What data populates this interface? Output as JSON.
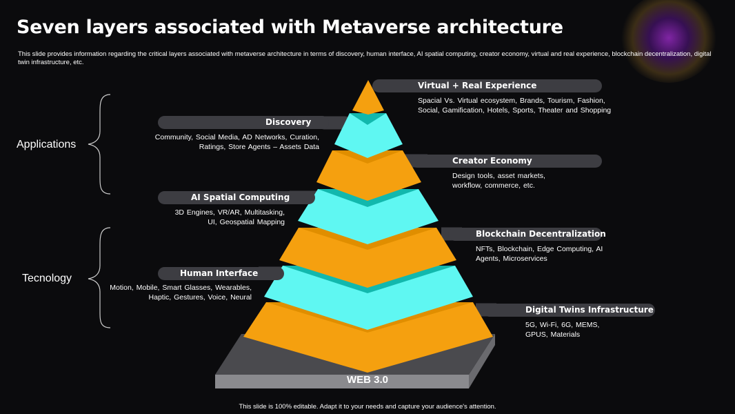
{
  "title": "Seven layers associated with Metaverse architecture",
  "subtitle": "This slide provides information regarding the critical layers associated with metaverse architecture in terms of discovery, human interface, AI  spatial computing, creator economy, virtual and real experience, blockchain decentralization, digital twin infrastructure, etc.",
  "groups": {
    "applications": "Applications",
    "technology": "Tecnology"
  },
  "base_label": "WEB 3.0",
  "layers": {
    "virtual_real": {
      "title": "Virtual + Real Experience",
      "desc1": "Spacial Vs. Virtual ecosystem, Brands, Tourism,  Fashion,",
      "desc2": "Social, Gamification, Hotels, Sports, Theater  and Shopping"
    },
    "discovery": {
      "title": "Discovery",
      "desc1": "Community,  Social Media,  AD Networks,  Curation,",
      "desc2": "Ratings, Store Agents – Assets Data"
    },
    "creator": {
      "title": "Creator Economy",
      "desc1": "Design tools, asset markets,",
      "desc2": "workflow,  commerce,  etc."
    },
    "ai_spatial": {
      "title": "AI Spatial Computing",
      "desc1": "3D Engines, VR/AR, Multitasking,",
      "desc2": "UI, Geospatial Mapping"
    },
    "blockchain": {
      "title": "Blockchain Decentralization",
      "desc1": "NFTs, Blockchain, Edge Computing, AI",
      "desc2": "Agents, Microservices"
    },
    "human": {
      "title": "Human Interface",
      "desc1": "Motion, Mobile,  Smart Glasses, Wearables,",
      "desc2": "Haptic, Gestures, Voice, Neural"
    },
    "digital_twin": {
      "title": "Digital Twins Infrastructure",
      "desc1": "5G, Wi-Fi, 6G, MEMS,",
      "desc2": "GPUS, Materials"
    }
  },
  "footer": "This slide is 100% editable. Adapt it to your needs and capture your audience's attention.",
  "colors": {
    "orange": "#f5a00f",
    "cyan": "#5ff7f2",
    "base_top": "#4a4a4e",
    "pill": "#3d3d42"
  }
}
